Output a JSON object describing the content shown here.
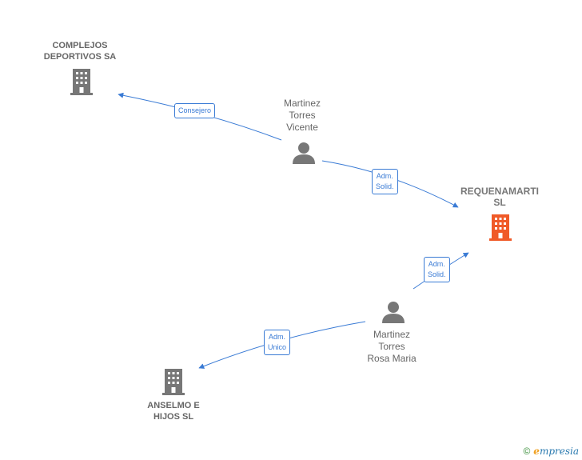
{
  "nodes": {
    "complejos": {
      "line1": "COMPLEJOS",
      "line2": "DEPORTIVOS SA",
      "icon": "building-icon",
      "color": "#777777"
    },
    "requenamarti": {
      "line1": "REQUENAMARTI",
      "line2": "SL",
      "icon": "building-icon",
      "color": "#f05a28"
    },
    "anselmo": {
      "line1": "ANSELMO E",
      "line2": "HIJOS SL",
      "icon": "building-icon",
      "color": "#777777"
    },
    "vicente": {
      "line1": "Martinez",
      "line2": "Torres",
      "line3": "Vicente",
      "icon": "person-icon"
    },
    "rosa": {
      "line1": "Martinez",
      "line2": "Torres",
      "line3": "Rosa Maria",
      "icon": "person-icon"
    }
  },
  "edges": {
    "consejero": {
      "line1": "Consejero"
    },
    "adm_solid_1": {
      "line1": "Adm.",
      "line2": "Solid."
    },
    "adm_solid_2": {
      "line1": "Adm.",
      "line2": "Solid."
    },
    "adm_unico": {
      "line1": "Adm.",
      "line2": "Unico"
    }
  },
  "colors": {
    "edge": "#3a7bd5"
  },
  "footer": {
    "copyright": "©",
    "brand_initial": "e",
    "brand_rest": "mpresia"
  }
}
